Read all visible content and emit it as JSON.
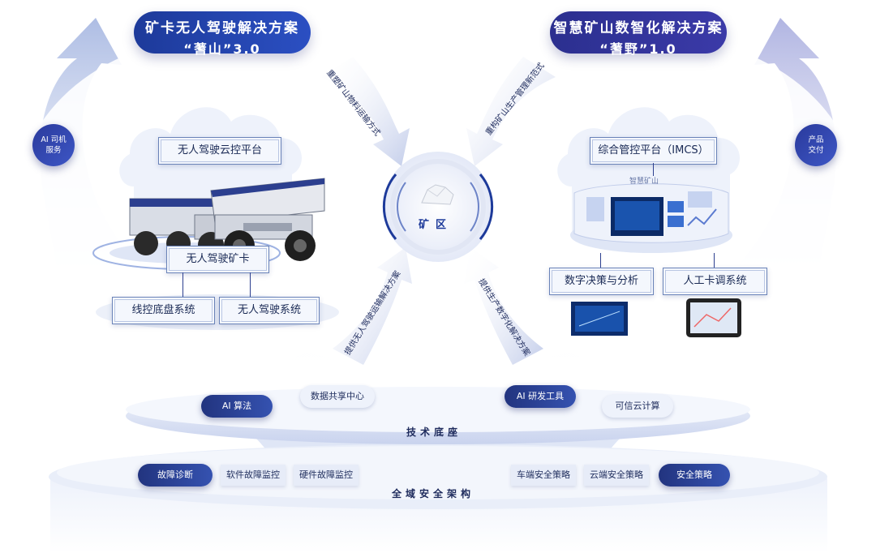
{
  "left_solution": {
    "title_line1": "矿卡无人驾驶解决方案",
    "title_line2": "“蓍山”3.0",
    "cloud_platform": "无人驾驶云控平台",
    "truck_label": "无人驾驶矿卡",
    "sub_systems": [
      "线控底盘系统",
      "无人驾驶系统"
    ],
    "side_badge": [
      "AI 司机",
      "服务"
    ],
    "arrow_top_text": "重塑矿山物料运输方式",
    "arrow_bottom_text": "提供无人驾驶运输解决方案"
  },
  "right_solution": {
    "title_line1": "智慧矿山数智化解决方案",
    "title_line2": "“蓍野”1.0",
    "platform": "综合管控平台（IMCS）",
    "screen_header": "智慧矿山",
    "sub_systems": [
      "数字决策与分析",
      "人工卡调系统"
    ],
    "side_badge": [
      "产品",
      "交付"
    ],
    "arrow_top_text": "重构矿山生产管理新范式",
    "arrow_bottom_text": "提供生产数字化解决方案"
  },
  "center": {
    "label": "矿区"
  },
  "tech_base": {
    "label": "技术底座",
    "items": [
      {
        "label": "AI 算法",
        "style": "dark"
      },
      {
        "label": "数据共享中心",
        "style": "light"
      },
      {
        "label": "AI 研发工具",
        "style": "dark"
      },
      {
        "label": "可信云计算",
        "style": "light"
      }
    ]
  },
  "security": {
    "label": "全域安全架构",
    "items": [
      {
        "label": "故障诊断",
        "style": "dark"
      },
      {
        "label": "软件故障监控",
        "style": "light"
      },
      {
        "label": "硬件故障监控",
        "style": "light"
      },
      {
        "label": "车端安全策略",
        "style": "light"
      },
      {
        "label": "云端安全策略",
        "style": "light"
      },
      {
        "label": "安全策略",
        "style": "dark"
      }
    ]
  },
  "colors": {
    "primary": "#2b4fc2",
    "deep": "#1d2a5c",
    "light": "#e7ecf8"
  }
}
